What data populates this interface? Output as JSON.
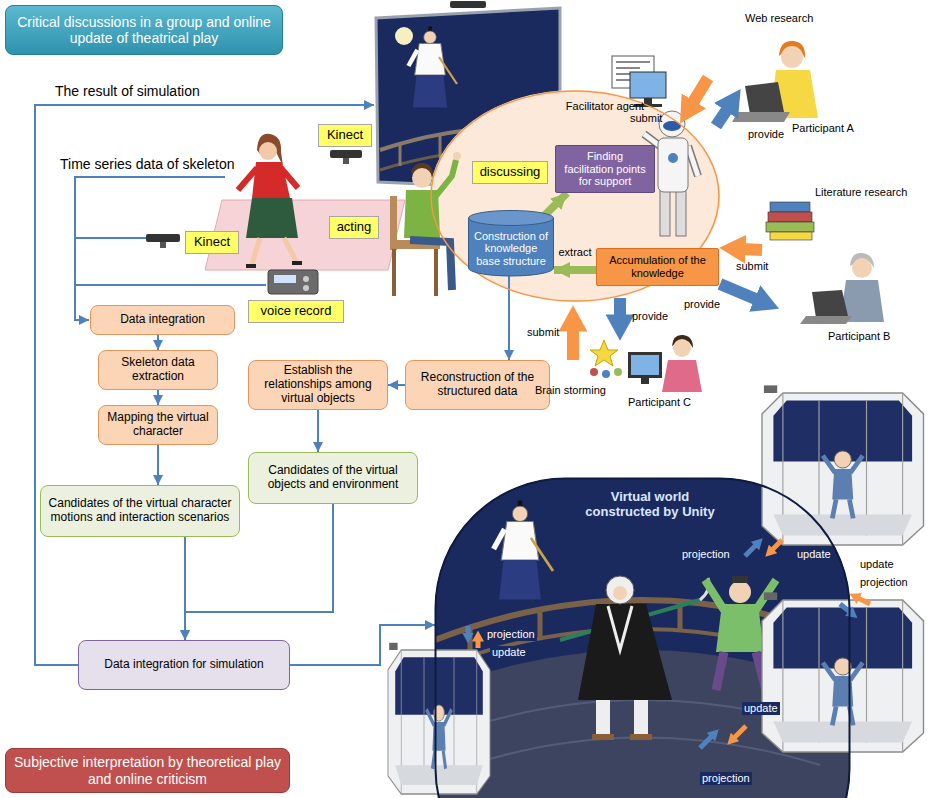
{
  "diagram": {
    "nodes": [
      {
        "text": [
          "Critical discussions in a group and online update of theatrical play"
        ]
      },
      {
        "text": [
          "Kinect"
        ]
      },
      {
        "text": [
          "discussing"
        ]
      },
      {
        "text": [
          "acting"
        ]
      },
      {
        "text": [
          "Kinect"
        ]
      },
      {
        "text": [
          "voice record"
        ]
      },
      {
        "text": [
          "Data integration"
        ]
      },
      {
        "text": [
          "Skeleton data extraction"
        ]
      },
      {
        "text": [
          "Mapping the virtual character"
        ]
      },
      {
        "text": [
          "Candidates of the virtual character motions and interaction scenarios"
        ]
      },
      {
        "text": [
          "Establish the relationships among virtual objects"
        ]
      },
      {
        "text": [
          "Reconstruction of the structured data"
        ]
      },
      {
        "text": [
          "Candidates of the virtual objects and environment"
        ]
      },
      {
        "text": [
          "Data integration for simulation"
        ]
      },
      {
        "text": [
          "Facilitator agent"
        ]
      },
      {
        "text": [
          "Finding facilitation points for support"
        ],
        "in": 14
      },
      {
        "text": [
          "Construction of knowledge base structure"
        ],
        "in": 14
      },
      {
        "text": [
          "Accumulation of the knowledge"
        ],
        "in": 14
      },
      {
        "text": [
          "Virtual world constructed by Unity"
        ]
      },
      {
        "text": [
          "Subjective interpretation by theoretical play and online criticism"
        ]
      }
    ],
    "edges": [
      {
        "from": 6,
        "to": 7,
        "arrow": "to"
      },
      {
        "from": 7,
        "to": 8,
        "arrow": "to"
      },
      {
        "from": 8,
        "to": 9,
        "arrow": "to"
      },
      {
        "from": 9,
        "to": 13,
        "arrow": "to"
      },
      {
        "from": 12,
        "to": 13,
        "arrow": "to"
      },
      {
        "from": 16,
        "to": 11,
        "arrow": "to"
      },
      {
        "from": 11,
        "to": 10,
        "arrow": "to"
      },
      {
        "from": 10,
        "to": 12,
        "arrow": "to"
      },
      {
        "from": 17,
        "to": 16,
        "label": "extract",
        "arrow": "to"
      },
      {
        "from": 16,
        "to": 15,
        "arrow": "to"
      },
      {
        "from": 13,
        "to": 18,
        "arrow": "to"
      }
    ],
    "labels": [
      "The result of simulation",
      "Time series data of skeleton",
      "Web research",
      "submit",
      "provide",
      "Participant A",
      "Literature research",
      "submit",
      "provide",
      "Participant B",
      "Brain storming",
      "submit",
      "provide",
      "Participant C",
      "projection",
      "update",
      "projection",
      "update",
      "update",
      "projection",
      "update",
      "projection"
    ]
  }
}
